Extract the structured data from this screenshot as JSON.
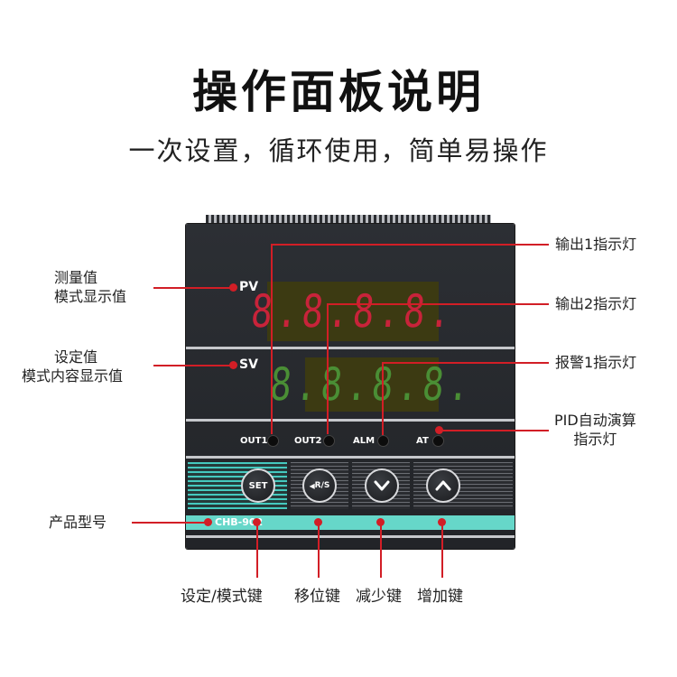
{
  "header": {
    "title": "操作面板说明",
    "subtitle": "一次设置，循环使用，简单易操作"
  },
  "device": {
    "pv_label": "PV",
    "sv_label": "SV",
    "pv_display": "8.8.8.8.",
    "sv_display": "8.8.8.8.",
    "indicators": [
      "OUT1",
      "OUT2",
      "ALM",
      "AT"
    ],
    "model": "CHB-902",
    "keys": {
      "set_label": "SET",
      "shift_label": "R/S"
    }
  },
  "callouts": {
    "left": {
      "pv_line1": "测量值",
      "pv_line2": "模式显示值",
      "sv_line1": "设定值",
      "sv_line2": "模式内容显示值",
      "model": "产品型号"
    },
    "right": {
      "out1": "输出1指示灯",
      "out2": "输出2指示灯",
      "alm": "报警1指示灯",
      "at_line1": "PID自动演算",
      "at_line2": "指示灯"
    },
    "bottom": {
      "set_key": "设定/模式键",
      "shift_key": "移位键",
      "down_key": "减少键",
      "up_key": "增加键"
    }
  },
  "colors": {
    "accent": "#d21e26",
    "pv_digits": "#c8233a",
    "sv_digits": "#4a8e35",
    "model_strip": "#66d7c9"
  }
}
